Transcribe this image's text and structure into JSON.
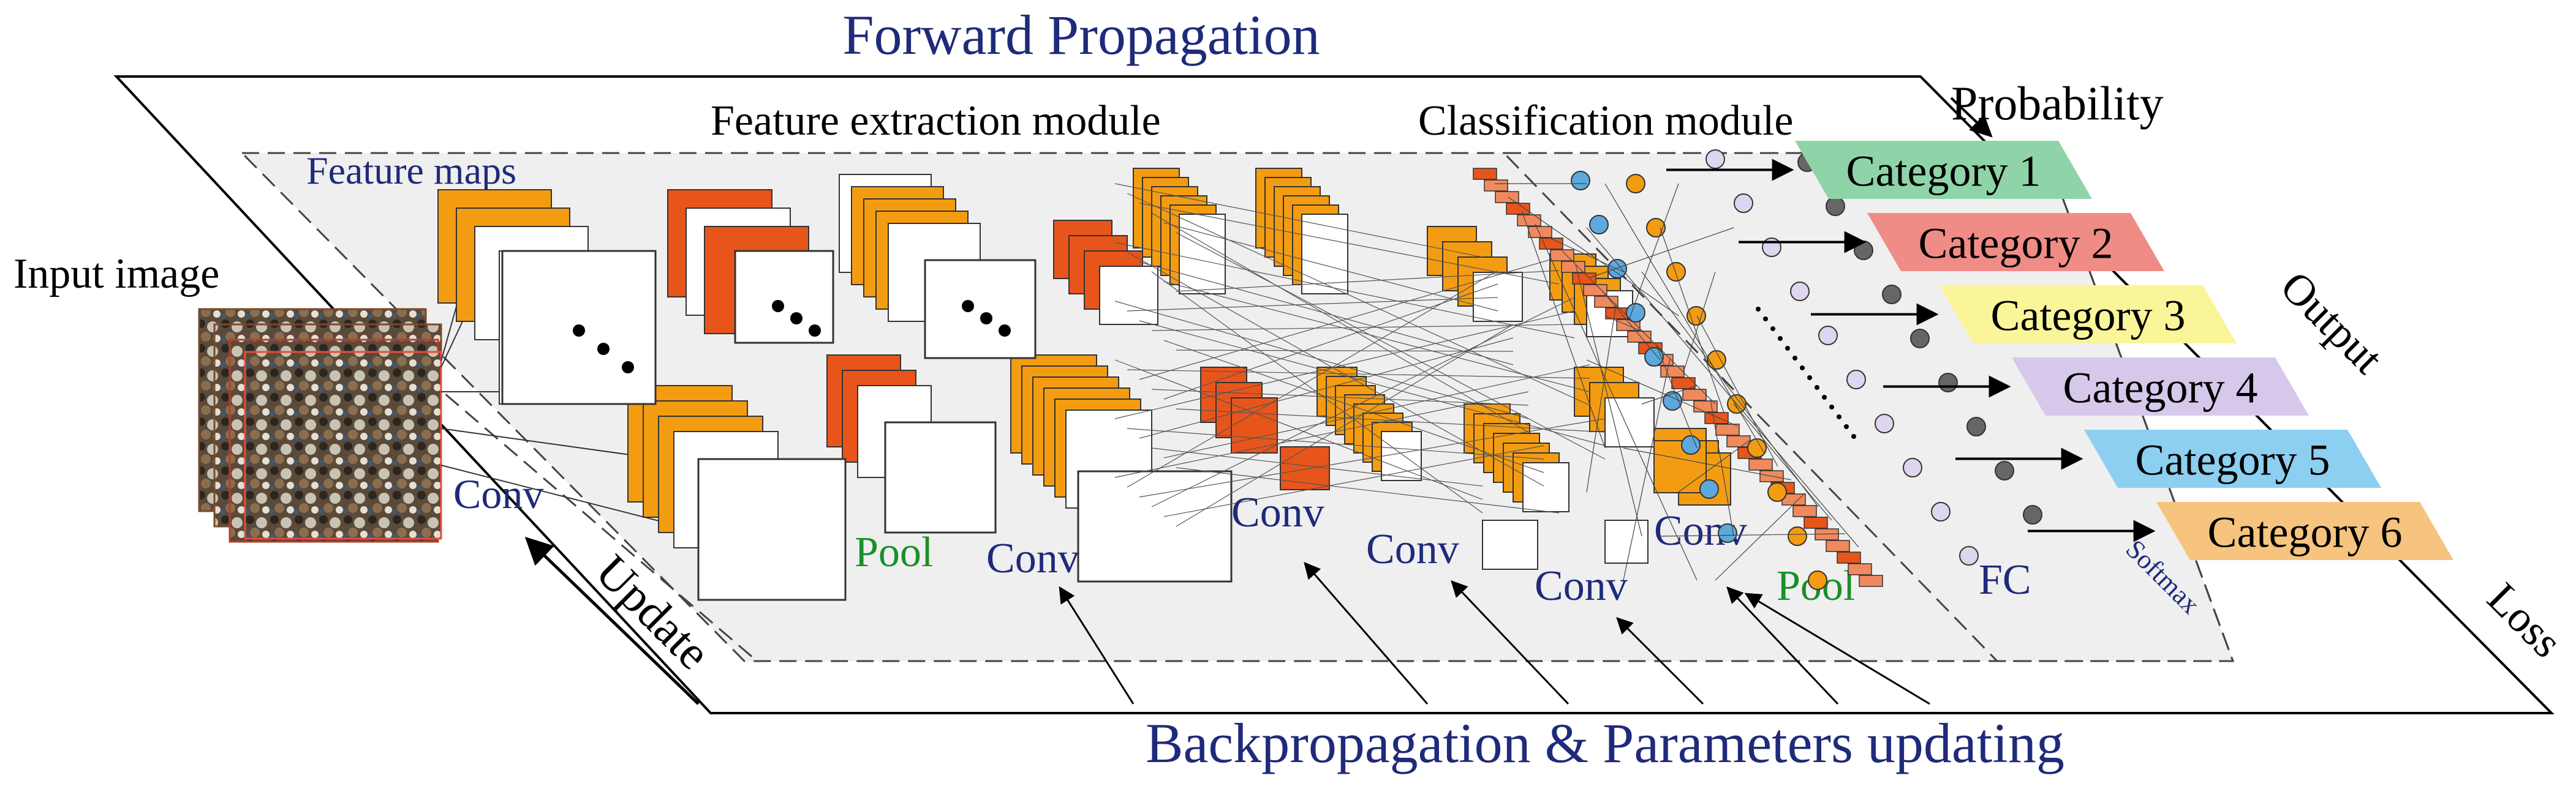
{
  "title": "Forward Propagation",
  "footer": "Backpropagation & Parameters updating",
  "modules": {
    "feature": "Feature extraction module",
    "classification": "Classification module"
  },
  "labels": {
    "feature_maps": "Feature maps",
    "input_image": "Input image",
    "probability": "Probability",
    "output": "Output",
    "loss": "Loss",
    "update": "Update",
    "fc": "FC",
    "softmax": "Softmax"
  },
  "layers": [
    {
      "id": "conv1",
      "text": "Conv",
      "color": "#1f2a7a"
    },
    {
      "id": "pool1",
      "text": "Pool",
      "color": "#1a8f2a"
    },
    {
      "id": "conv2",
      "text": "Conv",
      "color": "#1f2a7a"
    },
    {
      "id": "conv3",
      "text": "Conv",
      "color": "#1f2a7a"
    },
    {
      "id": "conv4",
      "text": "Conv",
      "color": "#1f2a7a"
    },
    {
      "id": "conv5",
      "text": "Conv",
      "color": "#1f2a7a"
    },
    {
      "id": "conv6",
      "text": "Conv",
      "color": "#1f2a7a"
    },
    {
      "id": "pool2",
      "text": "Pool",
      "color": "#1a8f2a"
    }
  ],
  "categories": [
    {
      "label": "Category 1",
      "color": "#8fd4a8"
    },
    {
      "label": "Category 2",
      "color": "#f08c86"
    },
    {
      "label": "Category 3",
      "color": "#fbf59a"
    },
    {
      "label": "Category 4",
      "color": "#d6c8ea"
    },
    {
      "label": "Category 5",
      "color": "#8ccff0"
    },
    {
      "label": "Category 6",
      "color": "#f6c47e"
    }
  ],
  "colors": {
    "title_blue": "#1f2a7a",
    "map_orange": "#f39c12",
    "map_red": "#e8551b",
    "panel_gray": "#efefef"
  }
}
